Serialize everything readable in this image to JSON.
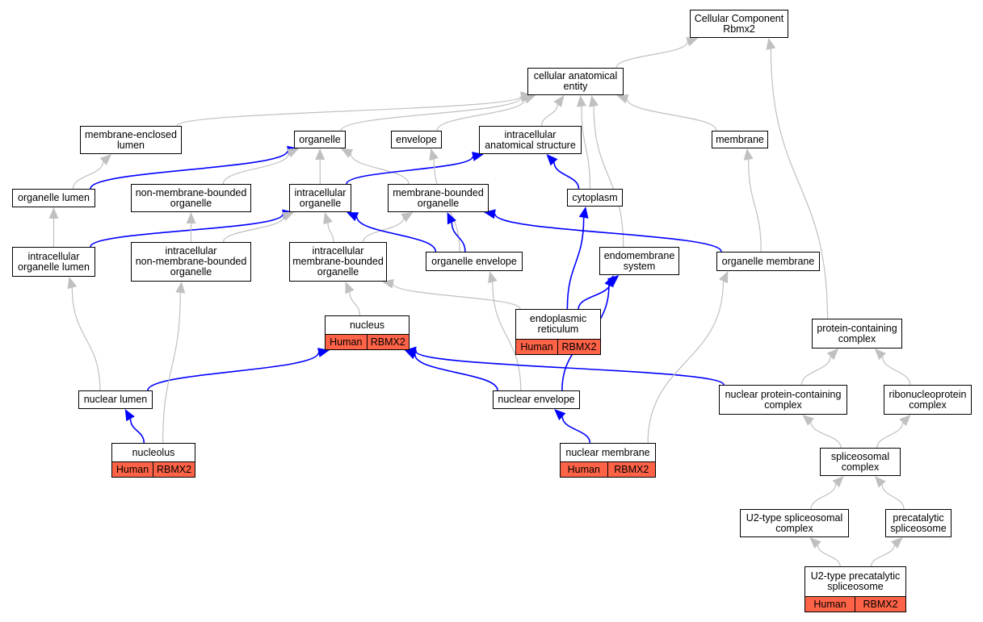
{
  "graph": {
    "colors": {
      "is_a": "#c0c0c0",
      "part_of": "#0000ff",
      "annotation_fill": "#ff6347"
    },
    "nodes": {
      "cc": "Cellular Component\nRbmx2",
      "cae": "cellular anatomical\nentity",
      "mel": "membrane-enclosed\nlumen",
      "organelle": "organelle",
      "envelope": "envelope",
      "ias": "intracellular\nanatomical structure",
      "membrane": "membrane",
      "ol": "organelle lumen",
      "nmbo": "non-membrane-bounded\norganelle",
      "io": "intracellular\norganelle",
      "mbo": "membrane-bounded\norganelle",
      "cytoplasm": "cytoplasm",
      "iol": "intracellular\norganelle lumen",
      "inmbo": "intracellular\nnon-membrane-bounded\norganelle",
      "imbo": "intracellular\nmembrane-bounded\norganelle",
      "oenv": "organelle envelope",
      "endo": "endomembrane\nsystem",
      "omem": "organelle membrane",
      "nucleus": "nucleus",
      "er": "endoplasmic\nreticulum",
      "pcc": "protein-containing\ncomplex",
      "nlumen": "nuclear lumen",
      "nenv": "nuclear envelope",
      "npcc": "nuclear protein-containing\ncomplex",
      "rnp": "ribonucleoprotein\ncomplex",
      "nucleolus": "nucleolus",
      "nmem": "nuclear membrane",
      "spl": "spliceosomal\ncomplex",
      "u2": "U2-type spliceosomal\ncomplex",
      "precat": "precatalytic\nspliceosome",
      "u2pre": "U2-type precatalytic\nspliceosome"
    },
    "annotations": {
      "nucleus": [
        "Human",
        "RBMX2"
      ],
      "er": [
        "Human",
        "RBMX2"
      ],
      "nucleolus": [
        "Human",
        "RBMX2"
      ],
      "nmem": [
        "Human",
        "RBMX2"
      ],
      "u2pre": [
        "Human",
        "RBMX2"
      ]
    },
    "edges": [
      {
        "from": "cae",
        "to": "cc",
        "rel": "is_a"
      },
      {
        "from": "pcc",
        "to": "cc",
        "rel": "is_a"
      },
      {
        "from": "mel",
        "to": "cae",
        "rel": "is_a"
      },
      {
        "from": "organelle",
        "to": "cae",
        "rel": "is_a"
      },
      {
        "from": "envelope",
        "to": "cae",
        "rel": "is_a"
      },
      {
        "from": "ias",
        "to": "cae",
        "rel": "is_a"
      },
      {
        "from": "cytoplasm",
        "to": "cae",
        "rel": "is_a"
      },
      {
        "from": "endo",
        "to": "cae",
        "rel": "is_a"
      },
      {
        "from": "membrane",
        "to": "cae",
        "rel": "is_a"
      },
      {
        "from": "ol",
        "to": "mel",
        "rel": "is_a"
      },
      {
        "from": "ol",
        "to": "organelle",
        "rel": "part_of"
      },
      {
        "from": "nmbo",
        "to": "organelle",
        "rel": "is_a"
      },
      {
        "from": "io",
        "to": "organelle",
        "rel": "is_a"
      },
      {
        "from": "mbo",
        "to": "organelle",
        "rel": "is_a"
      },
      {
        "from": "io",
        "to": "ias",
        "rel": "part_of"
      },
      {
        "from": "cytoplasm",
        "to": "ias",
        "rel": "part_of"
      },
      {
        "from": "oenv",
        "to": "envelope",
        "rel": "is_a"
      },
      {
        "from": "omem",
        "to": "membrane",
        "rel": "is_a"
      },
      {
        "from": "iol",
        "to": "ol",
        "rel": "is_a"
      },
      {
        "from": "iol",
        "to": "io",
        "rel": "part_of"
      },
      {
        "from": "inmbo",
        "to": "nmbo",
        "rel": "is_a"
      },
      {
        "from": "inmbo",
        "to": "io",
        "rel": "is_a"
      },
      {
        "from": "imbo",
        "to": "io",
        "rel": "is_a"
      },
      {
        "from": "imbo",
        "to": "mbo",
        "rel": "is_a"
      },
      {
        "from": "oenv",
        "to": "io",
        "rel": "part_of"
      },
      {
        "from": "oenv",
        "to": "mbo",
        "rel": "part_of"
      },
      {
        "from": "omem",
        "to": "mbo",
        "rel": "part_of"
      },
      {
        "from": "er",
        "to": "cytoplasm",
        "rel": "part_of"
      },
      {
        "from": "er",
        "to": "imbo",
        "rel": "is_a"
      },
      {
        "from": "er",
        "to": "endo",
        "rel": "part_of"
      },
      {
        "from": "nucleus",
        "to": "imbo",
        "rel": "is_a"
      },
      {
        "from": "nlumen",
        "to": "iol",
        "rel": "is_a"
      },
      {
        "from": "nlumen",
        "to": "nucleus",
        "rel": "part_of"
      },
      {
        "from": "nenv",
        "to": "nucleus",
        "rel": "part_of"
      },
      {
        "from": "nenv",
        "to": "oenv",
        "rel": "is_a"
      },
      {
        "from": "nenv",
        "to": "endo",
        "rel": "part_of"
      },
      {
        "from": "npcc",
        "to": "nucleus",
        "rel": "part_of"
      },
      {
        "from": "npcc",
        "to": "pcc",
        "rel": "is_a"
      },
      {
        "from": "rnp",
        "to": "pcc",
        "rel": "is_a"
      },
      {
        "from": "nucleolus",
        "to": "nlumen",
        "rel": "part_of"
      },
      {
        "from": "nucleolus",
        "to": "inmbo",
        "rel": "is_a"
      },
      {
        "from": "nmem",
        "to": "nenv",
        "rel": "part_of"
      },
      {
        "from": "nmem",
        "to": "omem",
        "rel": "is_a"
      },
      {
        "from": "spl",
        "to": "npcc",
        "rel": "is_a"
      },
      {
        "from": "spl",
        "to": "rnp",
        "rel": "is_a"
      },
      {
        "from": "u2",
        "to": "spl",
        "rel": "is_a"
      },
      {
        "from": "precat",
        "to": "spl",
        "rel": "is_a"
      },
      {
        "from": "u2pre",
        "to": "u2",
        "rel": "is_a"
      },
      {
        "from": "u2pre",
        "to": "precat",
        "rel": "is_a"
      }
    ]
  }
}
